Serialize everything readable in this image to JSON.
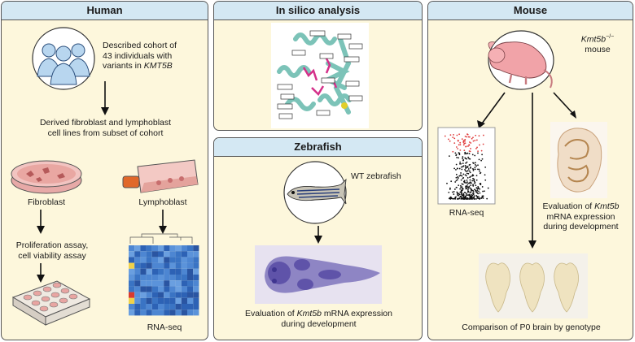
{
  "panels": {
    "human": {
      "title": "Human",
      "cohort_text_1": "Described cohort of",
      "cohort_text_2": "43 individuals with",
      "cohort_text_3": "variants in ",
      "cohort_gene": "KMT5B",
      "derived_text_1": "Derived fibroblast and lymphoblast",
      "derived_text_2": "cell lines from subset of cohort",
      "fibroblast_label": "Fibroblast",
      "lymphoblast_label": "Lymphoblast",
      "assay_text_1": "Proliferation assay,",
      "assay_text_2": "cell viability assay",
      "rnaseq_label": "RNA-seq"
    },
    "insilico": {
      "title": "In silico analysis"
    },
    "zebrafish": {
      "title": "Zebrafish",
      "wt_label": "WT zebrafish",
      "eval_prefix": "Evaluation of ",
      "eval_gene": "Kmt5b",
      "eval_suffix": " mRNA expression",
      "eval_line2": "during development"
    },
    "mouse": {
      "title": "Mouse",
      "gene": "Kmt5b",
      "genotype": "−/−",
      "mouse_label": "mouse",
      "rnaseq_label": "RNA-seq",
      "eval_line1": "Evaluation of ",
      "eval_gene": "Kmt5b",
      "eval_line2": "mRNA expression",
      "eval_line3": "during development",
      "compare_label": "Comparison of P0 brain by genotype"
    }
  },
  "colors": {
    "panel_bg": "#fdf7dc",
    "header_bg": "#d4e8f3",
    "heatmap_blue": "#2d62b5",
    "protein_teal": "#7cc3b8",
    "protein_pink": "#d4318a"
  }
}
